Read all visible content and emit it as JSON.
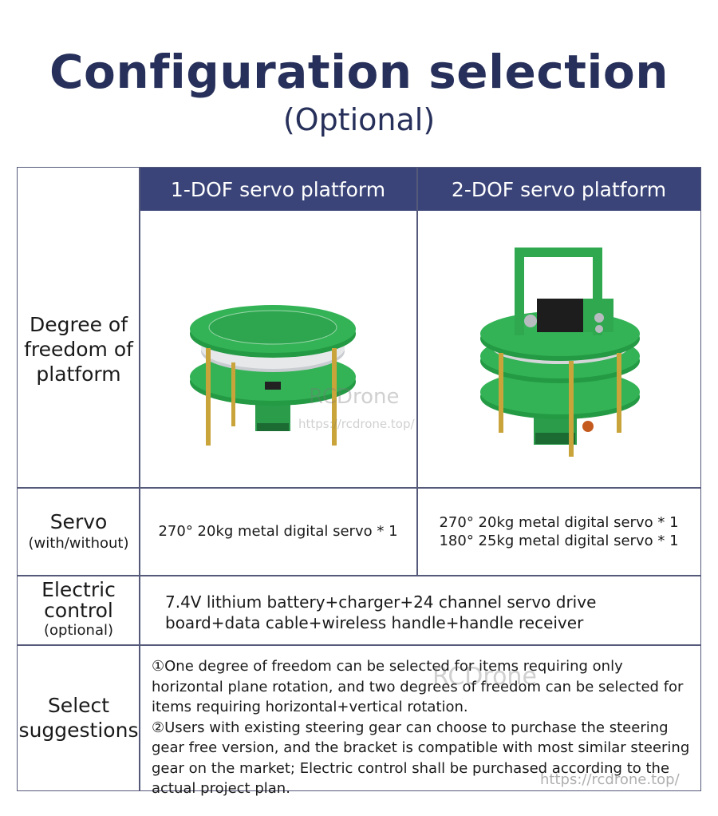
{
  "title": "Configuration selection",
  "subtitle": "(Optional)",
  "columns": [
    "1-DOF servo platform",
    "2-DOF servo platform"
  ],
  "rows": {
    "degree": {
      "label": "Degree of freedom of platform"
    },
    "servo": {
      "label": "Servo",
      "sub": "(with/without)",
      "col1": "270° 20kg metal digital servo * 1",
      "col2_line1": "270° 20kg metal digital servo * 1",
      "col2_line2": "180° 25kg metal digital servo * 1"
    },
    "electric": {
      "label": "Electric control",
      "sub": "(optional)",
      "text": "7.4V lithium battery+charger+24 channel servo drive board+data cable+wireless handle+handle receiver"
    },
    "suggest": {
      "label": "Select suggestions",
      "text1": "①One degree of freedom can be selected for items requiring only horizontal plane rotation, and two degrees of freedom can be selected for items requiring horizontal+vertical rotation.",
      "text2": "②Users with existing steering gear can choose to purchase the steering gear free version, and the bracket is compatible with most similar steering gear on the market; Electric control shall be purchased according to the actual project plan."
    }
  },
  "watermark": {
    "brand": "RCDrone",
    "url": "https://rcdrone.top/"
  },
  "colors": {
    "header_bg": "#3a4478",
    "title": "#27305a",
    "pcb_green": "#2fa84f"
  }
}
